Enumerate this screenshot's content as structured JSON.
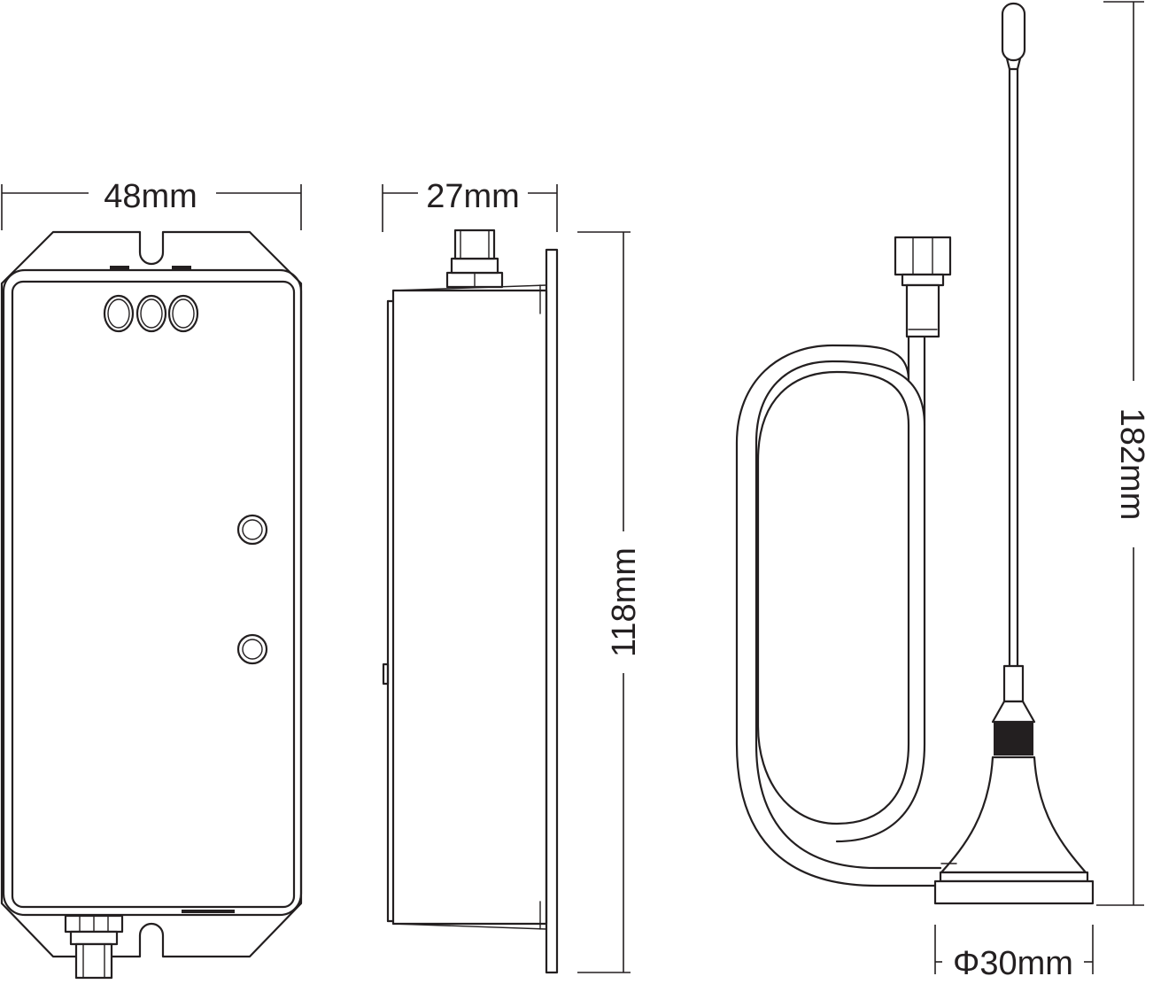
{
  "dimensions": {
    "width": "48mm",
    "depth": "27mm",
    "height": "118mm",
    "antenna_height": "182mm",
    "antenna_base_diameter": "Φ30mm"
  },
  "colors": {
    "line": "#231f20",
    "background": "#ffffff"
  }
}
